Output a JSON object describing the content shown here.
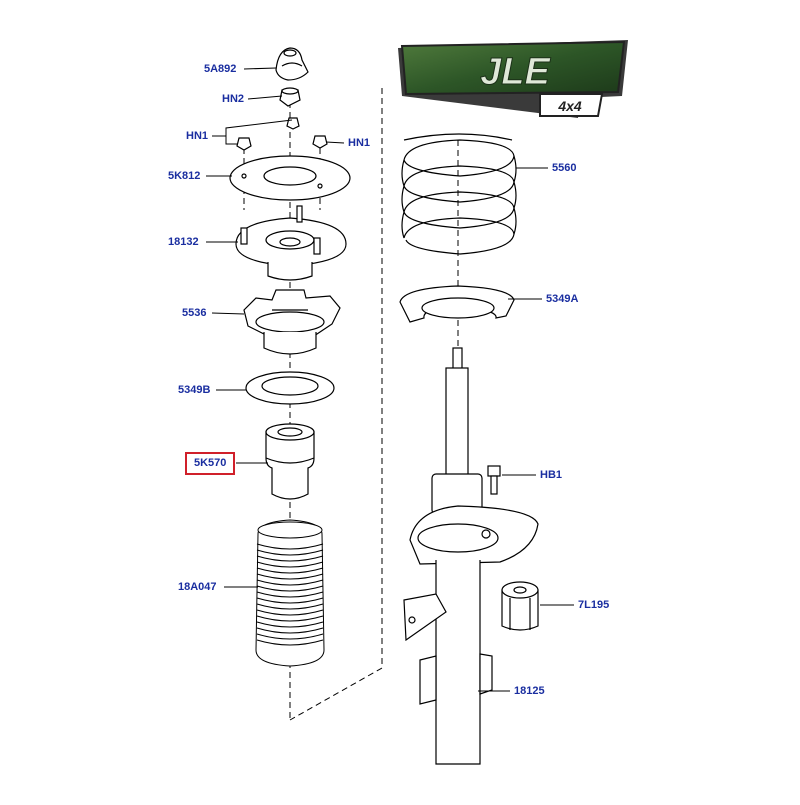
{
  "logo": {
    "brand": "JLE",
    "badge": "4x4"
  },
  "labels": {
    "p_5A892": "5A892",
    "p_HN2": "HN2",
    "p_HN1_left": "HN1",
    "p_HN1_right": "HN1",
    "p_5K812": "5K812",
    "p_18132": "18132",
    "p_5536": "5536",
    "p_5349B": "5349B",
    "p_5K570": "5K570",
    "p_18A047": "18A047",
    "p_5560": "5560",
    "p_5349A": "5349A",
    "p_HB1": "HB1",
    "p_7L195": "7L195",
    "p_18125": "18125"
  },
  "highlighted_part": "5K570",
  "colors": {
    "label": "#1a2ea0",
    "highlight": "#d0202a",
    "logo_green": "#2f5a2a",
    "line": "#000000"
  }
}
